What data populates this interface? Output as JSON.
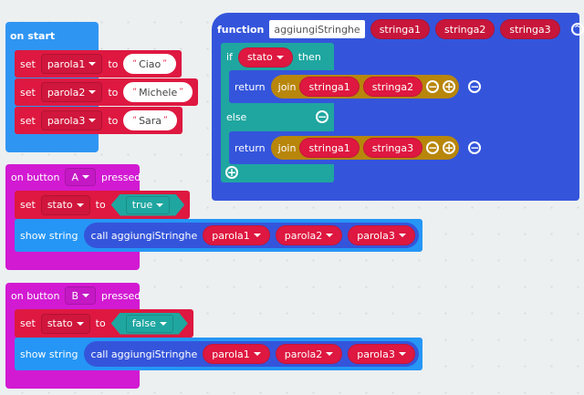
{
  "on_start": {
    "label": "on start",
    "rows": [
      {
        "set": "set",
        "var": "parola1",
        "to": "to",
        "value": "Ciao"
      },
      {
        "set": "set",
        "var": "parola2",
        "to": "to",
        "value": " Michele"
      },
      {
        "set": "set",
        "var": "parola3",
        "to": "to",
        "value": " Sara"
      }
    ]
  },
  "function": {
    "keyword": "function",
    "name": "aggiungiStringhe",
    "params": [
      "stringa1",
      "stringa2",
      "stringa3"
    ],
    "if_label": "if",
    "condition": "stato",
    "then_label": "then",
    "else_label": "else",
    "return_label": "return",
    "join_label": "join",
    "then_args": [
      "stringa1",
      "stringa2"
    ],
    "else_args": [
      "stringa1",
      "stringa3"
    ]
  },
  "button_a": {
    "on": "on button",
    "button": "A",
    "pressed": "pressed",
    "set": "set",
    "var": "stato",
    "to": "to",
    "value": "true",
    "show": "show string",
    "call": "call aggiungiStringhe",
    "args": [
      "parola1",
      "parola2",
      "parola3"
    ]
  },
  "button_b": {
    "on": "on button",
    "button": "B",
    "pressed": "pressed",
    "set": "set",
    "var": "stato",
    "to": "to",
    "value": "false",
    "show": "show string",
    "call": "call aggiungiStringhe",
    "args": [
      "parola1",
      "parola2",
      "parola3"
    ]
  },
  "colors": {
    "event": "#2f95f3",
    "variable": "#de1840",
    "function": "#3455db",
    "logic": "#1fa6a0",
    "text": "#b8860b",
    "input": "#d21ad2"
  }
}
